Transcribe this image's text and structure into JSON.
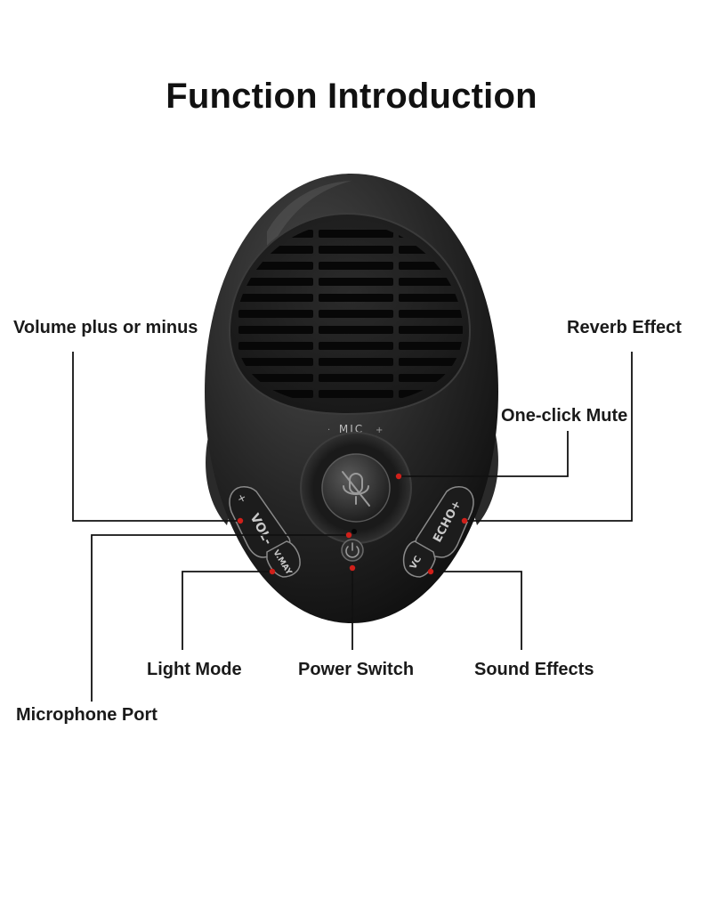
{
  "title": "Function Introduction",
  "device": {
    "top_label": "MIC",
    "left_key_label": "VOL-",
    "right_key_label": "ECHO+",
    "light_key_label": "V.MAY",
    "sound_key_label": "VC",
    "plus_glyph": "+",
    "minus_glyph": "-"
  },
  "callouts": {
    "volume": "Volume plus or minus",
    "reverb": "Reverb Effect",
    "mute": "One-click Mute",
    "light": "Light Mode",
    "power": "Power Switch",
    "sound": "Sound Effects",
    "mic_port": "Microphone Port"
  },
  "colors": {
    "leader_line": "#111111",
    "marker_dot": "#d0201a",
    "device_body": "#1f1f1f"
  },
  "icons": {
    "mute_button": "microphone-mute-icon",
    "power_button": "power-icon"
  }
}
